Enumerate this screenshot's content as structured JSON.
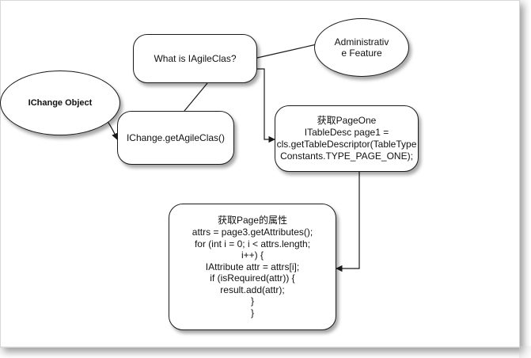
{
  "nodes": {
    "ichange_object": {
      "label": "IChange Object"
    },
    "what_is": {
      "label": "What is IAgileClas?"
    },
    "admin": {
      "line1": "Administrativ",
      "line2": "e Feature"
    },
    "get_agile": {
      "label": "IChange.getAgileClas()"
    },
    "page_one": {
      "lines": [
        "获取PageOne",
        "ITableDesc page1 =",
        "cls.getTableDescriptor(TableType",
        "Constants.TYPE_PAGE_ONE);"
      ]
    },
    "page_attr": {
      "lines": [
        "获取Page的属性",
        "attrs = page3.getAttributes();",
        "for (int i = 0; i < attrs.length;",
        "i++) {",
        "IAttribute attr = attrs[i];",
        "if (isRequired(attr)) {",
        "result.add(attr);",
        "}",
        "}"
      ]
    }
  },
  "colors": {
    "stroke": "#1a1a1a",
    "fill": "#ffffff",
    "text": "#111111"
  }
}
